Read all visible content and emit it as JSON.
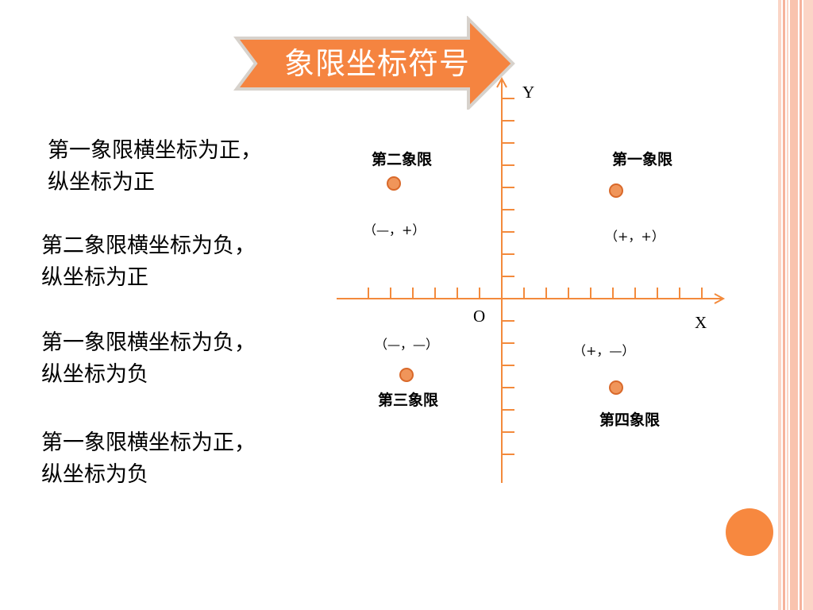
{
  "title": "象限坐标符号",
  "descriptions": [
    {
      "line1": "第一象限横坐标为正，",
      "line2": "纵坐标为正"
    },
    {
      "line1": "第二象限横坐标为负，",
      "line2": "纵坐标为正"
    },
    {
      "line1": "第一象限横坐标为负，",
      "line2": "纵坐标为负"
    },
    {
      "line1": "第一象限横坐标为正，",
      "line2": "纵坐标为负"
    }
  ],
  "axes": {
    "x_label": "X",
    "y_label": "Y",
    "origin_label": "O"
  },
  "quadrants": {
    "q1": {
      "name": "第一象限",
      "sign": "（+，+）"
    },
    "q2": {
      "name": "第二象限",
      "sign": "（—，+）"
    },
    "q3": {
      "name": "第三象限",
      "sign": "（—，—）"
    },
    "q4": {
      "name": "第四象限",
      "sign": "（+，—）"
    }
  },
  "colors": {
    "accent": "#f7883f",
    "axis": "#f38a3c",
    "arrow_fill": "#f58440",
    "arrow_border": "#c8c3bd",
    "stripe": "#f9c7b5"
  }
}
